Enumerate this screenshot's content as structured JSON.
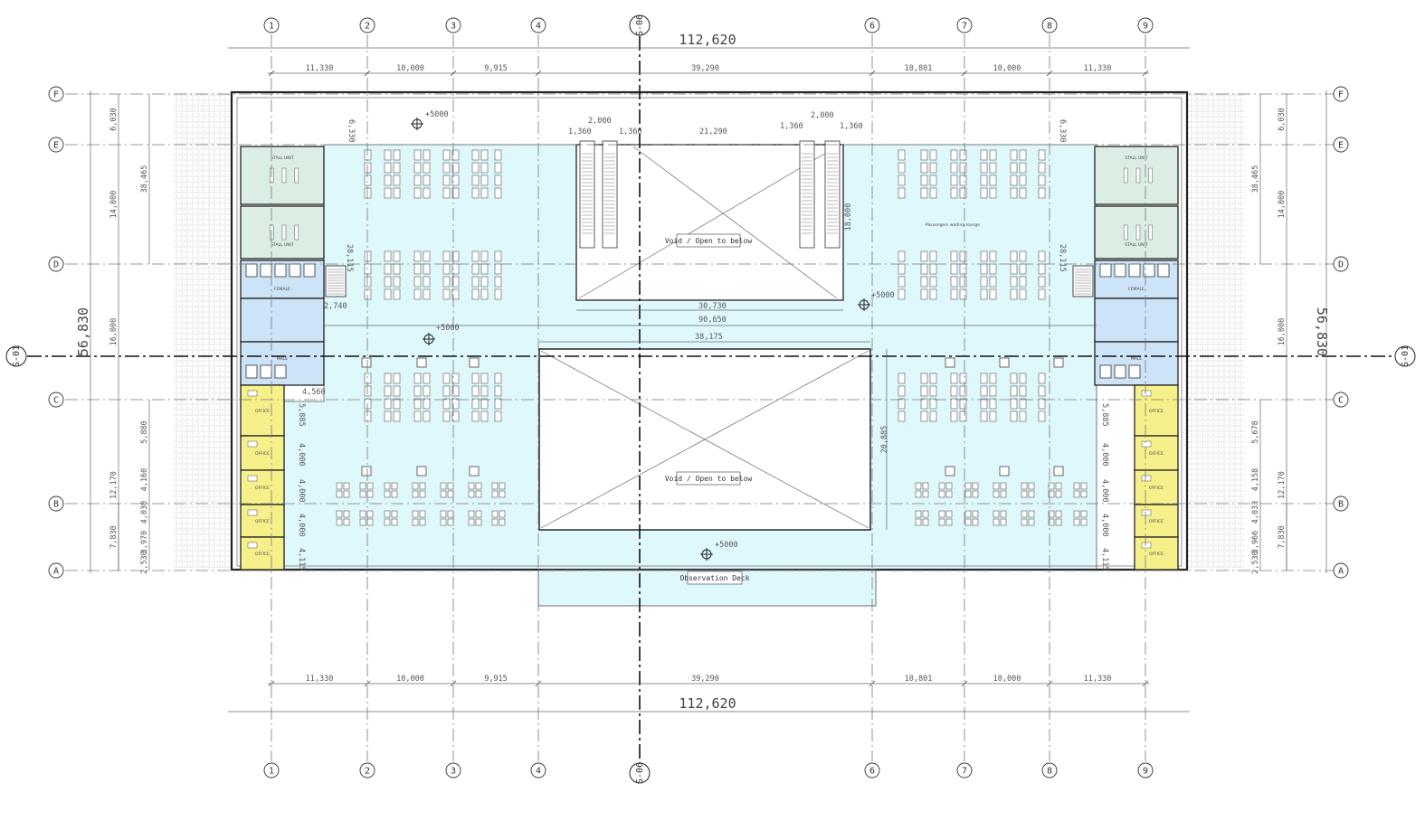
{
  "plan": {
    "overall_width": "112,620",
    "overall_depth": "56,830",
    "grid_columns": [
      "1",
      "2",
      "3",
      "4",
      "6",
      "7",
      "8",
      "9"
    ],
    "grid_rows": [
      "F",
      "E",
      "D",
      "C",
      "B",
      "A"
    ],
    "section_marker_vertical": "S-06",
    "section_marker_horizontal": "S-01",
    "bay_dims": [
      "11,330",
      "10,000",
      "9,915",
      "39,290",
      "10,801",
      "10,000",
      "11,330"
    ],
    "left_row_dims": [
      "6,030",
      "14,000",
      "16,000",
      "12,170",
      "7,830",
      "5,880",
      "4,160",
      "4,030",
      "3,970",
      "2,530"
    ],
    "left_total": "38,465",
    "right_row_dims": [
      "6,030",
      "14,000",
      "16,000",
      "12,170",
      "7,830",
      "5,678",
      "4,158",
      "4,033",
      "3,966",
      "2,530"
    ],
    "right_total": "38,465",
    "escalator_dims": [
      "1,360",
      "2,000",
      "1,360",
      "21,290",
      "1,360",
      "2,000",
      "1,360"
    ],
    "upper_void_width": "30,730",
    "upper_void_depth": "18,000",
    "hall_width": "90,650",
    "lower_void_width": "38,175",
    "lower_void_depth": "20,885",
    "corridor_width": "2,740",
    "corridor_width_2": "4,560",
    "side_dims": [
      "6,330",
      "28,115",
      "5,885",
      "4,000",
      "4,000",
      "4,000",
      "4,115"
    ],
    "levels": [
      "+5000",
      "+5000",
      "+5000",
      "+5000"
    ],
    "upper_void_label": "Void / Open to below",
    "lower_void_label": "Void / Open to below",
    "deck_label": "Observation Deck",
    "lounge_label": "Passengers waiting lounge",
    "stall_label": "STALL UNIT",
    "office_label": "OFFICE",
    "female_label": "FEMALE",
    "male_label": "MALE",
    "colors": {
      "lounge": "#dff8fb",
      "stall": "#dceee3",
      "toilet": "#cde3f7",
      "office": "#f6f08a"
    }
  }
}
